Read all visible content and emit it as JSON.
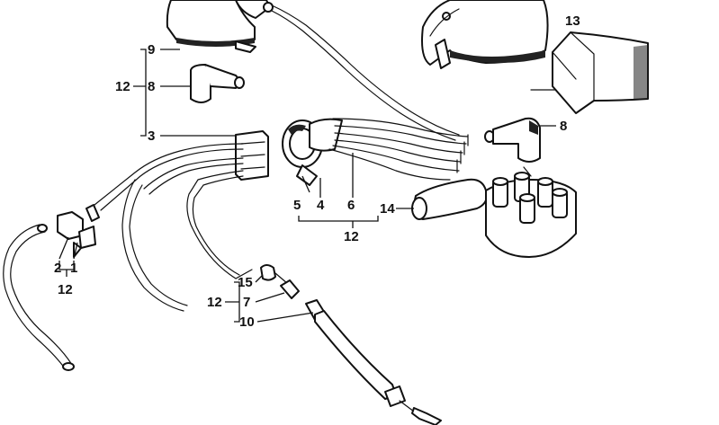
{
  "diagram": {
    "labels": {
      "9": "9",
      "8a": "8",
      "12a": "12",
      "3": "3",
      "13": "13",
      "8b": "8",
      "5": "5",
      "4": "4",
      "6": "6",
      "14": "14",
      "12b": "12",
      "2": "2",
      "1": "1",
      "12c": "12",
      "15": "15",
      "12d": "12",
      "7": "7",
      "10": "10"
    }
  }
}
